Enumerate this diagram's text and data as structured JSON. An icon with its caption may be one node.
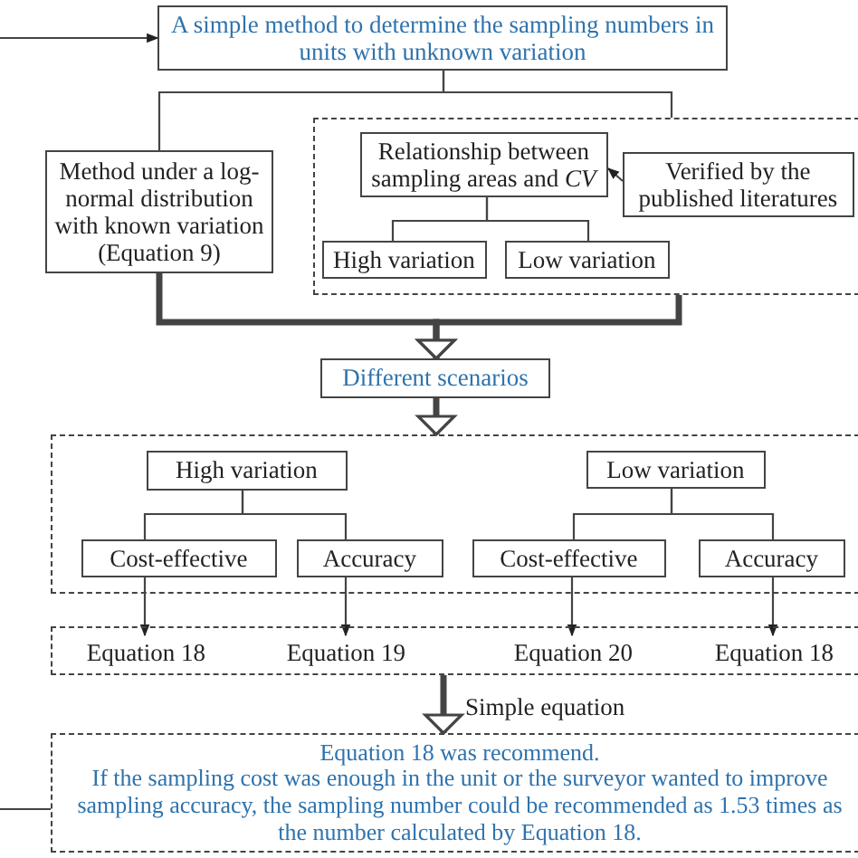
{
  "diagram": {
    "nodes": [
      {
        "text": [
          "A simple method to determine the sampling numbers in units with unknown variation"
        ]
      },
      {
        "text": [
          "Method under a log-normal distribution with known variation (Equation 9)"
        ]
      },
      {
        "text": [],
        "shape": "box"
      },
      {
        "text": [
          "Relationship between sampling areas and *CV*"
        ],
        "in": 2
      },
      {
        "text": [
          "Verified by the published literatures"
        ],
        "in": 2
      },
      {
        "text": [
          "High variation"
        ],
        "in": 2
      },
      {
        "text": [
          "Low variation"
        ],
        "in": 2
      },
      {
        "text": [
          "Different scenarios"
        ]
      },
      {
        "text": [],
        "shape": "box"
      },
      {
        "text": [
          "High variation"
        ],
        "in": 8
      },
      {
        "text": [
          "Low variation"
        ],
        "in": 8
      },
      {
        "text": [
          "Cost-effective"
        ],
        "in": 8
      },
      {
        "text": [
          "Accuracy"
        ],
        "in": 8
      },
      {
        "text": [
          "Cost-effective"
        ],
        "in": 8
      },
      {
        "text": [
          "Accuracy"
        ],
        "in": 8
      },
      {
        "text": [],
        "shape": "box"
      },
      {
        "text": [
          "Equation 18"
        ],
        "in": 15
      },
      {
        "text": [
          "Equation 19"
        ],
        "in": 15
      },
      {
        "text": [
          "Equation 20"
        ],
        "in": 15
      },
      {
        "text": [
          "Equation 18"
        ],
        "in": 15
      },
      {
        "text": [
          "Equation 18 was recommend.",
          "If the sampling cost was enough in the unit or the surveyor wanted to improve sampling accuracy, the sampling number could be recommended as 1.53 times as the number calculated by Equation 18."
        ]
      }
    ],
    "edges": [
      {
        "from": null,
        "to": 0,
        "arrow": "to"
      },
      {
        "from": 0,
        "to": 1,
        "arrow": "none"
      },
      {
        "from": 0,
        "to": 2,
        "arrow": "none"
      },
      {
        "from": 3,
        "to": 5,
        "arrow": "none"
      },
      {
        "from": 3,
        "to": 6,
        "arrow": "none"
      },
      {
        "from": 4,
        "to": 3,
        "arrow": "to"
      },
      {
        "from": 1,
        "to": 7,
        "arrow": "to",
        "style": "thick"
      },
      {
        "from": 2,
        "to": 7,
        "arrow": "to",
        "style": "thick"
      },
      {
        "from": 7,
        "to": 8,
        "arrow": "to",
        "style": "thick"
      },
      {
        "from": 9,
        "to": 11,
        "arrow": "none"
      },
      {
        "from": 9,
        "to": 12,
        "arrow": "none"
      },
      {
        "from": 10,
        "to": 13,
        "arrow": "none"
      },
      {
        "from": 10,
        "to": 14,
        "arrow": "none"
      },
      {
        "from": 11,
        "to": 16,
        "arrow": "to"
      },
      {
        "from": 12,
        "to": 17,
        "arrow": "to"
      },
      {
        "from": 13,
        "to": 18,
        "arrow": "to"
      },
      {
        "from": 14,
        "to": 19,
        "arrow": "to"
      },
      {
        "from": 15,
        "to": 20,
        "arrow": "to",
        "style": "thick",
        "label": "Simple equation"
      },
      {
        "from": 20,
        "to": null,
        "arrow": "none"
      }
    ]
  }
}
